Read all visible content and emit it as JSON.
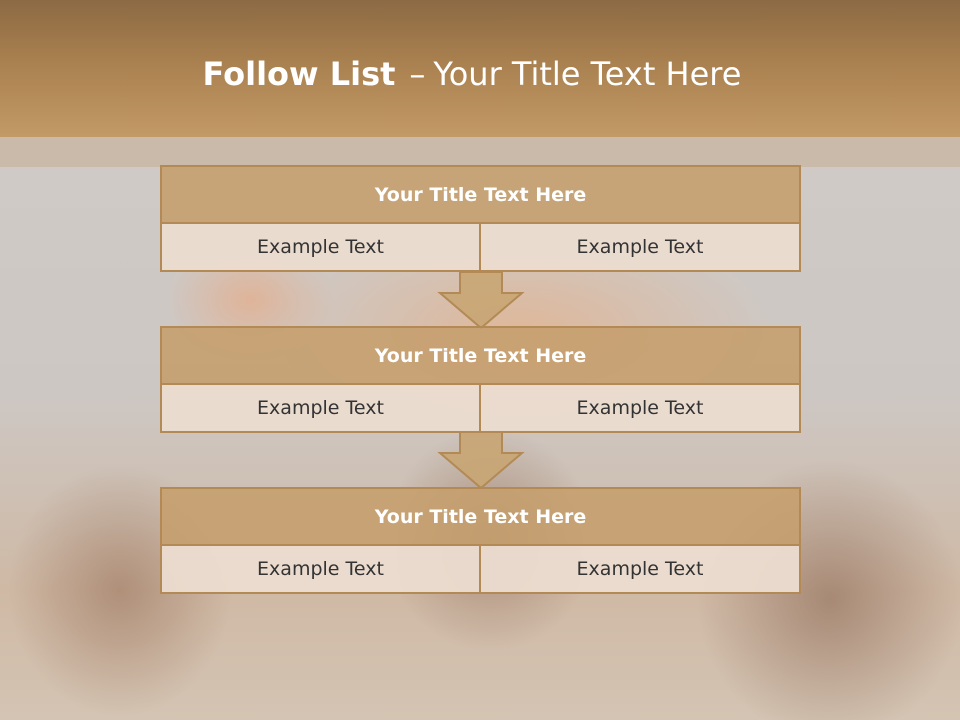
{
  "slide": {
    "title_bold": "Follow List",
    "title_sep": "–",
    "title_rest": "Your Title Text Here"
  },
  "steps": [
    {
      "title": "Your Title Text Here",
      "left": "Example Text",
      "right": "Example Text"
    },
    {
      "title": "Your Title Text Here",
      "left": "Example Text",
      "right": "Example Text"
    },
    {
      "title": "Your Title Text Here",
      "left": "Example Text",
      "right": "Example Text"
    }
  ],
  "colors": {
    "header": "#a9804f",
    "block_title": "#c59e6c",
    "cell": "#ebdcd0",
    "border": "#b38a55"
  },
  "icons": [
    "down-arrow-icon",
    "down-arrow-icon"
  ]
}
